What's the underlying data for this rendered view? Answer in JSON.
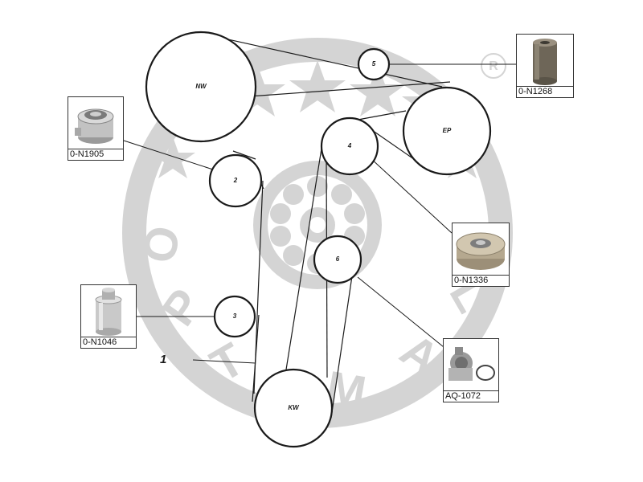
{
  "brand": {
    "watermark_text": "OPTIMAL",
    "registered_mark": "R"
  },
  "pulleys": [
    {
      "id": "nw",
      "label": "NW"
    },
    {
      "id": "ep",
      "label": "EP"
    },
    {
      "id": "kw",
      "label": "KW"
    },
    {
      "id": "p2",
      "label": "2"
    },
    {
      "id": "p3",
      "label": "3"
    },
    {
      "id": "p4",
      "label": "4"
    },
    {
      "id": "p5",
      "label": "5"
    },
    {
      "id": "p6",
      "label": "6"
    }
  ],
  "belt_label": "1",
  "parts": [
    {
      "id": "tensioner",
      "code": "0-N1905"
    },
    {
      "id": "idler-5",
      "code": "0-N1268"
    },
    {
      "id": "idler-4",
      "code": "0-N1336"
    },
    {
      "id": "idler-3",
      "code": "0-N1046"
    },
    {
      "id": "water-pump",
      "code": "AQ-1072"
    }
  ],
  "colors": {
    "watermark": "#d4d4d4",
    "line": "#1a1a1a",
    "part_metal": "#b5b5b5",
    "part_dark": "#6e6658"
  }
}
